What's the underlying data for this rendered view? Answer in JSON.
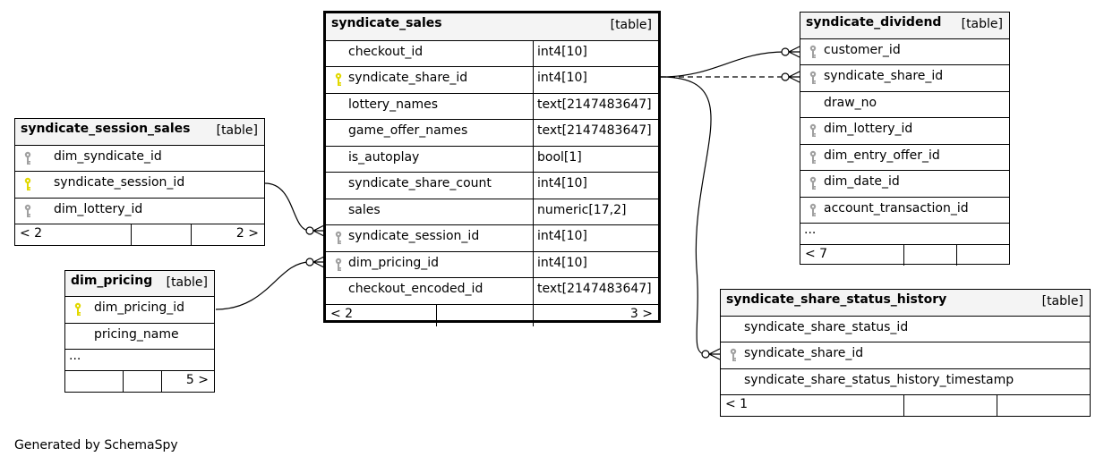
{
  "generated_by": "Generated by SchemaSpy",
  "tables": {
    "syndicate_sales": {
      "name": "syndicate_sales",
      "type": "[table]",
      "columns": [
        {
          "name": "checkout_id",
          "type": "int4[10]"
        },
        {
          "name": "syndicate_share_id",
          "type": "int4[10]"
        },
        {
          "name": "lottery_names",
          "type": "text[2147483647]"
        },
        {
          "name": "game_offer_names",
          "type": "text[2147483647]"
        },
        {
          "name": "is_autoplay",
          "type": "bool[1]"
        },
        {
          "name": "syndicate_share_count",
          "type": "int4[10]"
        },
        {
          "name": "sales",
          "type": "numeric[17,2]"
        },
        {
          "name": "syndicate_session_id",
          "type": "int4[10]"
        },
        {
          "name": "dim_pricing_id",
          "type": "int4[10]"
        },
        {
          "name": "checkout_encoded_id",
          "type": "text[2147483647]"
        }
      ],
      "footer": {
        "left": "< 2",
        "right": "3 >"
      }
    },
    "syndicate_dividend": {
      "name": "syndicate_dividend",
      "type": "[table]",
      "columns": [
        {
          "name": "customer_id"
        },
        {
          "name": "syndicate_share_id"
        },
        {
          "name": "draw_no"
        },
        {
          "name": "dim_lottery_id"
        },
        {
          "name": "dim_entry_offer_id"
        },
        {
          "name": "dim_date_id"
        },
        {
          "name": "account_transaction_id"
        }
      ],
      "more": "...",
      "footer": {
        "left": "< 7",
        "right": ""
      }
    },
    "syndicate_session_sales": {
      "name": "syndicate_session_sales",
      "type": "[table]",
      "columns": [
        {
          "name": "dim_syndicate_id"
        },
        {
          "name": "syndicate_session_id"
        },
        {
          "name": "dim_lottery_id"
        }
      ],
      "footer": {
        "left": "< 2",
        "right": "2 >"
      }
    },
    "dim_pricing": {
      "name": "dim_pricing",
      "type": "[table]",
      "columns": [
        {
          "name": "dim_pricing_id"
        },
        {
          "name": "pricing_name"
        }
      ],
      "more": "...",
      "footer": {
        "left": "",
        "right": "5 >"
      }
    },
    "syndicate_share_status_history": {
      "name": "syndicate_share_status_history",
      "type": "[table]",
      "columns": [
        {
          "name": "syndicate_share_status_id"
        },
        {
          "name": "syndicate_share_id"
        },
        {
          "name": "syndicate_share_status_history_timestamp"
        }
      ],
      "footer": {
        "left": "< 1",
        "right": ""
      }
    }
  },
  "colors": {
    "primary_key": "#e2d800",
    "foreign_key": "#a0a0a0",
    "header_bg": "#f4f4f4"
  }
}
